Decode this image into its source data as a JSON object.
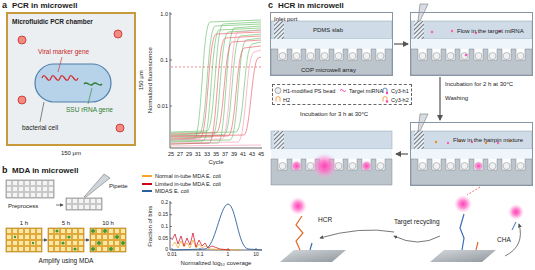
{
  "diagram": {
    "nodes": [
      {
        "text": [
          "Microfluidic PCR chamber"
        ]
      },
      {
        "text": [
          "Inlet port",
          "PDMS slab",
          "COP microwell array"
        ]
      },
      {
        "text": [
          "Flow in the target miRNA"
        ]
      },
      {
        "text": [
          "Flow in the hairpin mixture"
        ]
      },
      {
        "text": [
          "H1-modified PS bead",
          "Target miRNA",
          "Cy3-h1",
          "H2",
          "Cy3-h2"
        ]
      }
    ],
    "edges": [
      {
        "from": 1,
        "to": 2,
        "arrow": "to"
      },
      {
        "from": 2,
        "to": 3,
        "arrow": "to",
        "label": "Incubation for 2 h at 30°C"
      }
    ],
    "labels": [
      "a",
      "PCR in microwell",
      "Viral marker gene",
      "SSU rRNA gene",
      "bacterial cell",
      "150 μm",
      "150 μm",
      "1.0",
      "0.1",
      "0.01",
      "Normalized fluorescence",
      "25",
      "27",
      "29",
      "31",
      "33",
      "35",
      "37",
      "39",
      "41",
      "43",
      "45",
      "Cycle",
      "b",
      "MDA in microwell",
      "Preprocess",
      "Pipette",
      "1 h",
      "5 h",
      "10 h",
      "Amplify using MDA",
      "0.2",
      "0.15",
      "0.1",
      "0.05",
      "0",
      "0.01",
      "0.1",
      "1",
      "10",
      "Fraction of bins",
      "Normalized log₁₀ coverage",
      "c",
      "HCR in microwell",
      "Washing",
      "Incubation for 3 h at 30°C",
      "HCR",
      "Target recycling",
      "CHA"
    ],
    "legend": [
      {
        "text": "Normal in-tube MDA E. coli",
        "color": "#f5a623"
      },
      {
        "text": "Limited in-tube MDA E. coli",
        "color": "#d0021b"
      },
      {
        "text": "MIDAS E. coli",
        "color": "#2c5f9e"
      }
    ]
  }
}
